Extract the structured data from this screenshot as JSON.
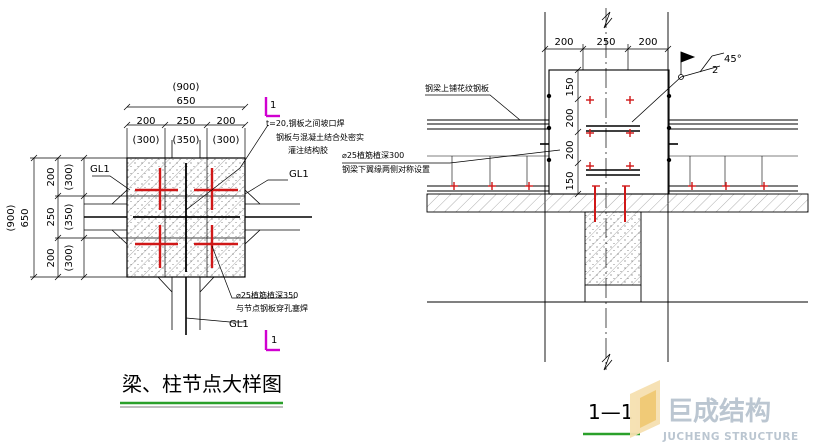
{
  "left_detail": {
    "top_dims_outer": "(900)",
    "top_dims_mid": "650",
    "top_dims": [
      "200",
      "250",
      "200"
    ],
    "top_dims_paren": [
      "(300)",
      "(350)",
      "(300)"
    ],
    "left_dims_outer": "(900)",
    "left_dims_mid": "650",
    "left_dims": [
      "200",
      "250",
      "200"
    ],
    "left_dims_paren": [
      "(300)",
      "(350)",
      "(300)"
    ],
    "label_gl1_left": "GL1",
    "label_gl1_right": "GL1",
    "label_gl1_bottom": "GL1",
    "note_plate_1": "t=20,钢板之间坡口焊",
    "note_plate_2": "钢板与混凝土结合处密实",
    "note_plate_3": "灌注结构胶",
    "note_rebar_1": "⌀25植筋植深350",
    "note_rebar_2": "与节点钢板穿孔塞焊",
    "section_mark_top": "1",
    "section_mark_bottom": "1",
    "title": "梁、柱节点大样图"
  },
  "right_detail": {
    "top_dims": [
      "200",
      "250",
      "200"
    ],
    "side_dims": [
      "150",
      "200",
      "200",
      "150"
    ],
    "note_deck": "钢梁上铺花纹钢板",
    "note_rebar_1": "⌀25植筋植深300",
    "note_rebar_2": "钢梁下翼缘两侧对称设置",
    "weld_label": "45°",
    "weld_size": "2",
    "section_title": "1—1"
  },
  "watermark": {
    "name": "巨成结构",
    "sub": "JUCHENG STRUCTURE"
  },
  "colors": {
    "rebar": "#d01818",
    "accent_green": "#2aa02a",
    "magenta": "#d000d0",
    "watermark": "#b8c4cf"
  }
}
